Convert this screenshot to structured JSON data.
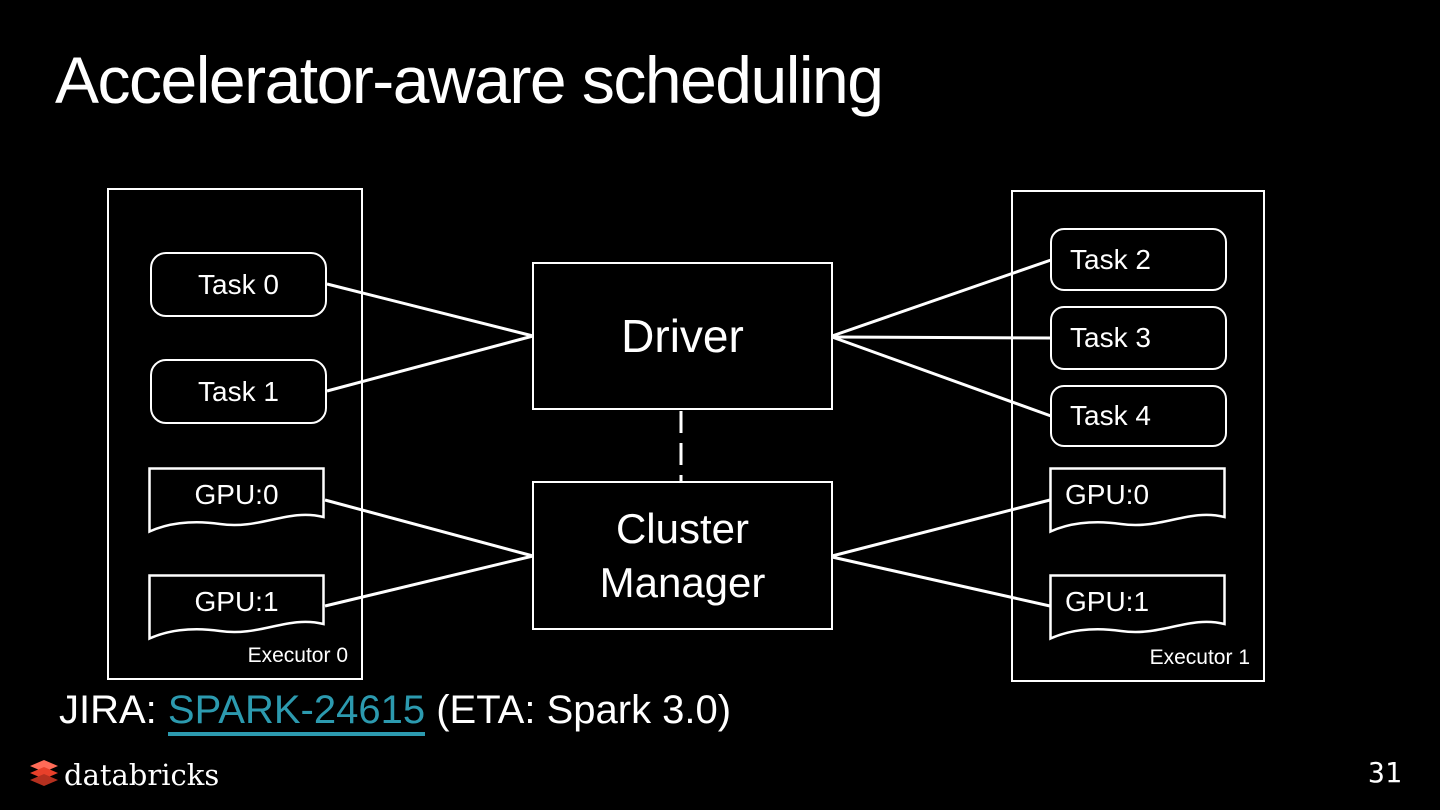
{
  "slide": {
    "title": "Accelerator-aware scheduling",
    "page_number": "31",
    "logo_text": "databricks"
  },
  "jira": {
    "prefix": "JIRA: ",
    "link_text": "SPARK-24615",
    "suffix": " (ETA: Spark 3.0)"
  },
  "diagram": {
    "driver": {
      "label": "Driver"
    },
    "cluster_manager": {
      "label_line1": "Cluster",
      "label_line2": "Manager"
    },
    "executor0": {
      "label": "Executor 0",
      "tasks": [
        "Task 0",
        "Task 1"
      ],
      "gpus": [
        "GPU:0",
        "GPU:1"
      ]
    },
    "executor1": {
      "label": "Executor 1",
      "tasks": [
        "Task 2",
        "Task 3",
        "Task 4"
      ],
      "gpus": [
        "GPU:0",
        "GPU:1"
      ]
    }
  },
  "colors": {
    "background": "#000000",
    "foreground": "#ffffff",
    "link": "#2c9aaf",
    "logo_red_light": "#ff6b57",
    "logo_red_mid": "#e8402a",
    "logo_red_dark": "#b5301f"
  }
}
